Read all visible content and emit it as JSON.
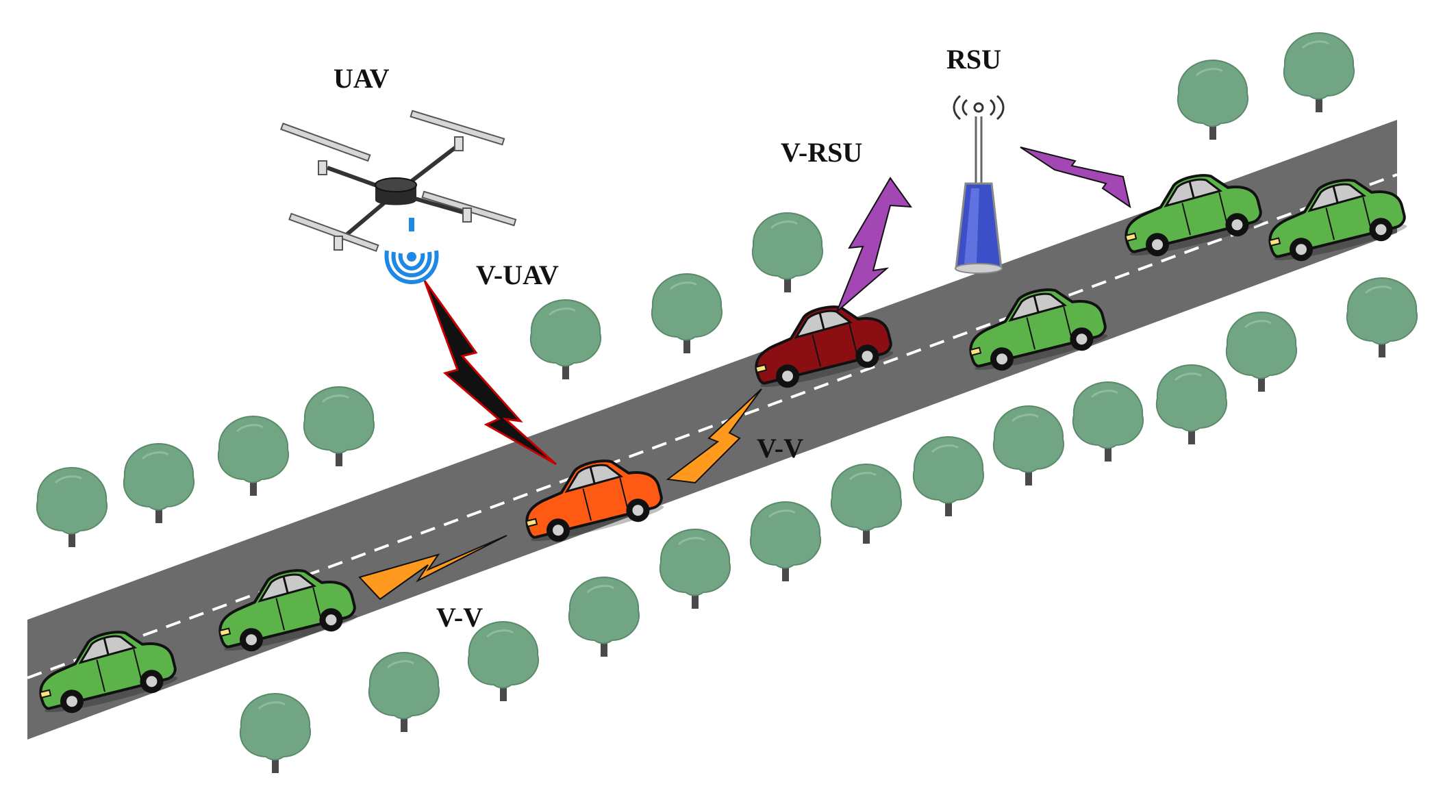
{
  "labels": {
    "uav": "UAV",
    "rsu": "RSU",
    "v_rsu": "V-RSU",
    "v_uav": "V-UAV",
    "v_v_upper": "V-V",
    "v_v_lower": "V-V"
  },
  "colors": {
    "road": "#6b6b6b",
    "road_dash": "#ffffff",
    "tree_canopy": "#72a583",
    "tree_trunk": "#4a4a4a",
    "car_green": "#5bb34a",
    "car_orange": "#ff5a14",
    "car_darkred": "#8b0f12",
    "link_v_v": "#ff9a1f",
    "link_v_uav": "#111111",
    "link_v_rsu": "#a347b5",
    "rsu_body": "#3b4fc9",
    "wifi": "#1e88e5"
  },
  "icons": {
    "uav": "quadcopter-drone-icon",
    "rsu": "roadside-unit-antenna-icon",
    "wifi": "wifi-signal-icon",
    "tree": "tree-icon",
    "car": "car-icon",
    "lightning": "lightning-bolt-link-icon"
  }
}
